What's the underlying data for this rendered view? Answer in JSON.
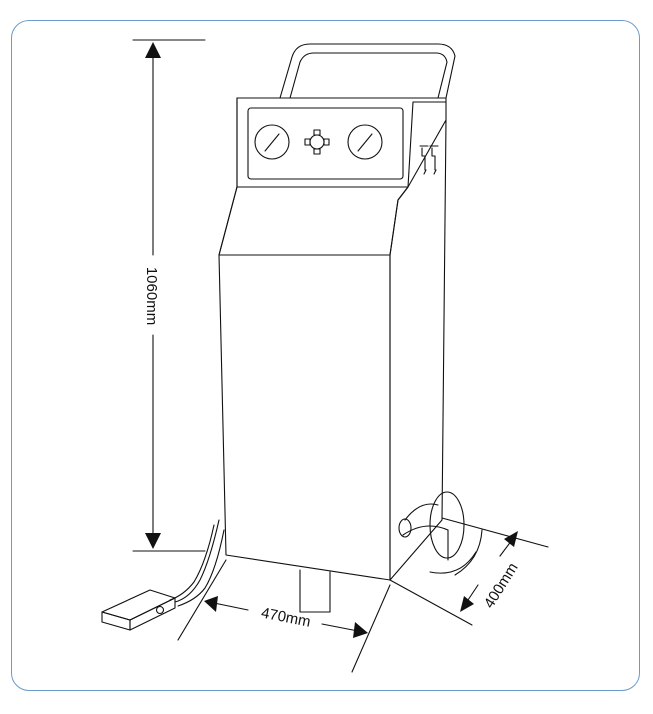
{
  "frame_color": "#6b9bc9",
  "line_color": "#111111",
  "dimensions": {
    "height": "1060mm",
    "width": "470mm",
    "depth": "400mm"
  }
}
